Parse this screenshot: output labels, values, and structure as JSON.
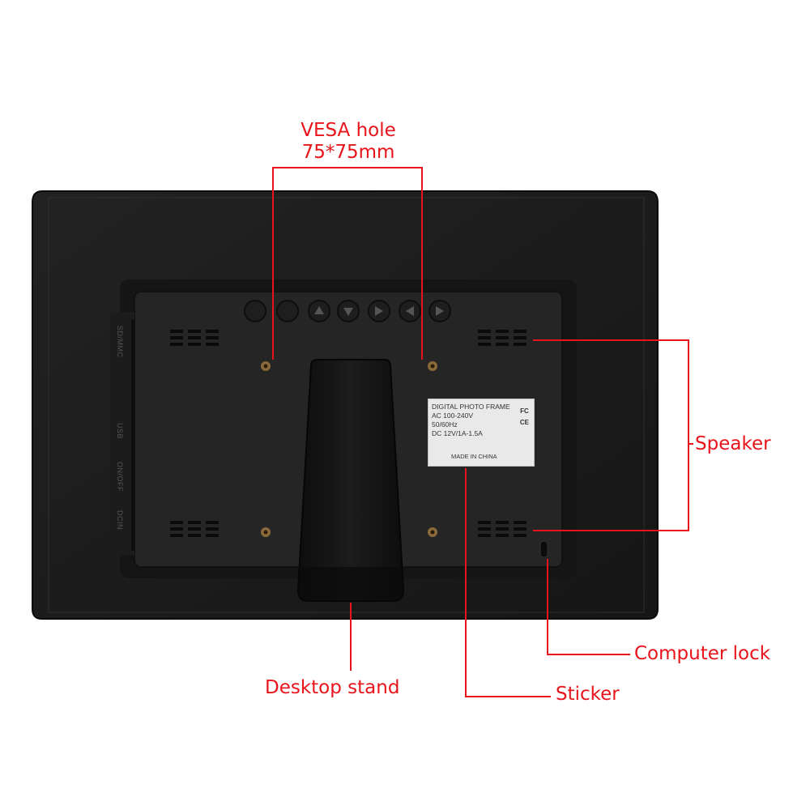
{
  "callouts": {
    "vesa_line1": "VESA hole",
    "vesa_line2": "75*75mm",
    "speaker": "Speaker",
    "computer_lock": "Computer lock",
    "sticker": "Sticker",
    "desktop_stand": "Desktop stand"
  },
  "ports": {
    "sd_mmc": "SD/MMC",
    "usb": "USB",
    "on_off": "ON/OFF",
    "dc_in": "DCIN"
  },
  "label": {
    "line1": "DIGITAL PHOTO FRAME",
    "line2": "AC 100-240V",
    "line3": "50/60Hz",
    "line4": "DC 12V/1A-1.5A",
    "made_in": "MADE IN CHINA",
    "fc": "FC",
    "ce": "CE"
  },
  "colors": {
    "callout": "#e8141b",
    "frame": "#1b1b1b",
    "panel": "#262626"
  }
}
